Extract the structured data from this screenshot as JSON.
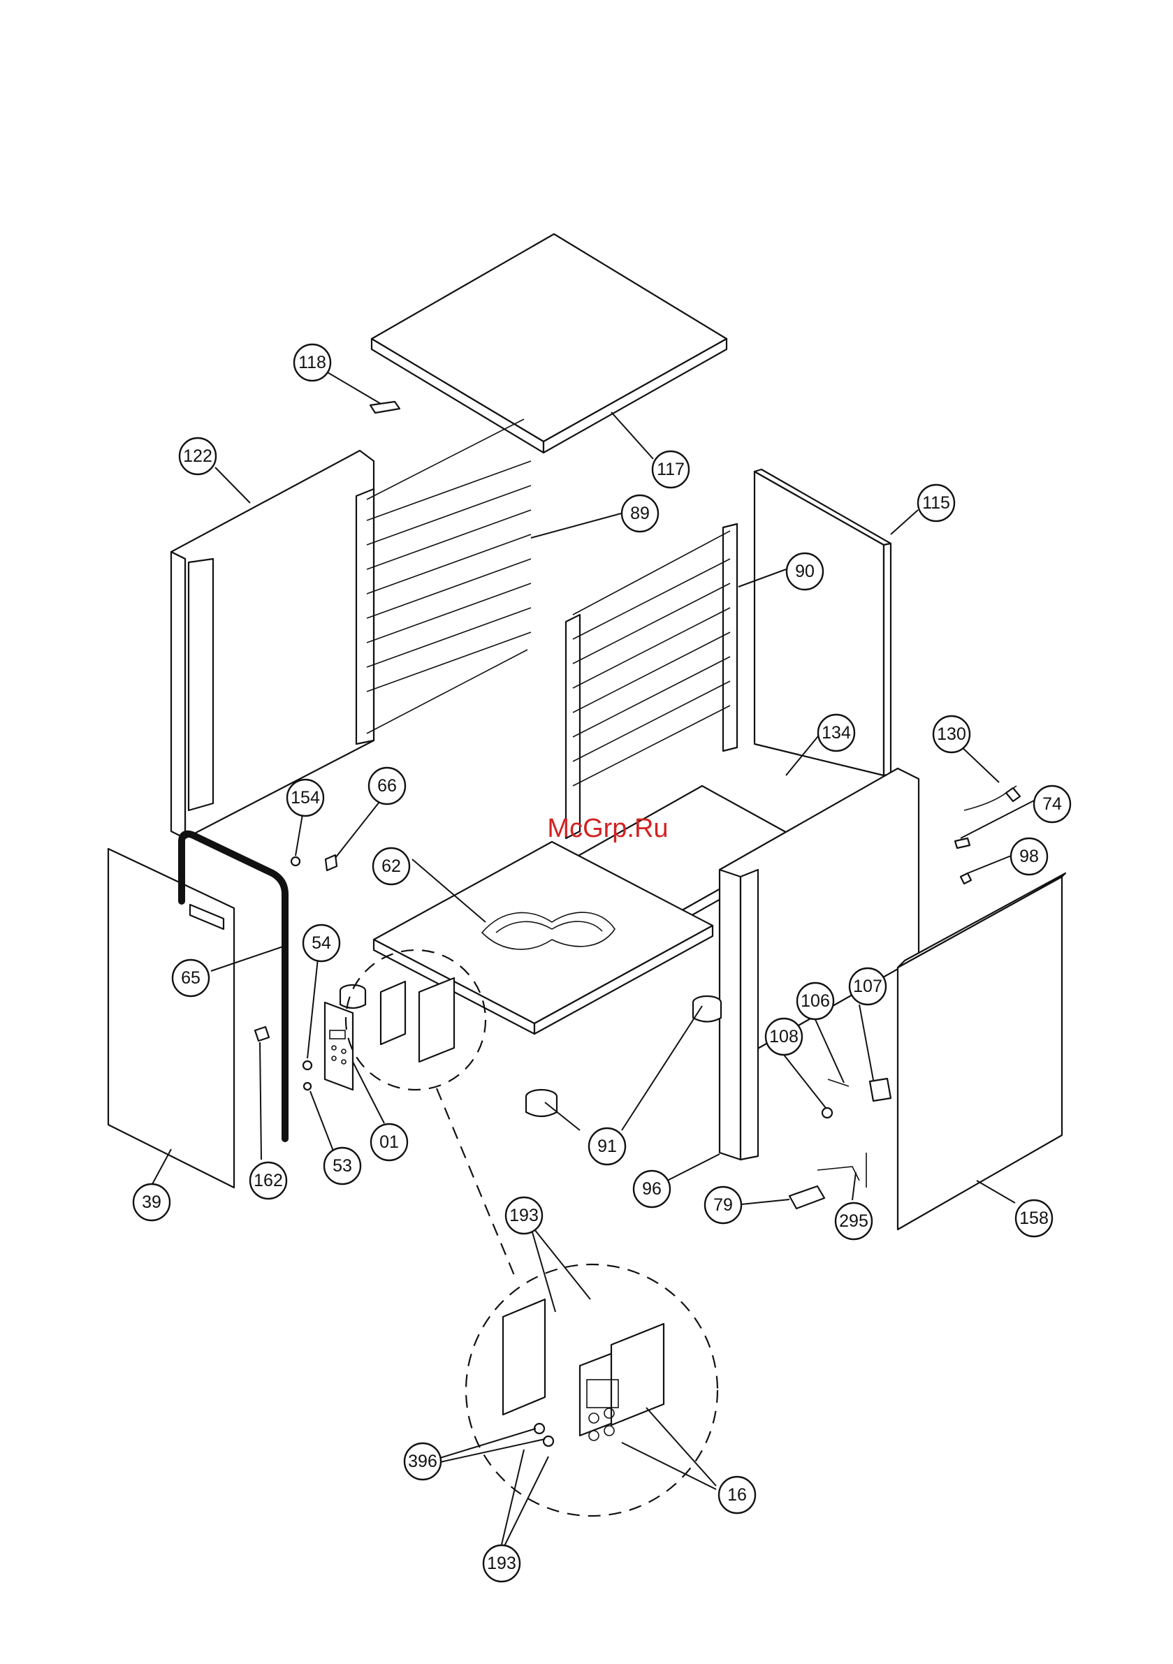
{
  "watermark": "McGrp.Ru",
  "colors": {
    "line": "#111111",
    "background": "#ffffff",
    "watermark": "#d22222"
  },
  "callouts": [
    {
      "id": "118",
      "label": "118"
    },
    {
      "id": "117",
      "label": "117"
    },
    {
      "id": "122",
      "label": "122"
    },
    {
      "id": "89",
      "label": "89"
    },
    {
      "id": "115",
      "label": "115"
    },
    {
      "id": "90",
      "label": "90"
    },
    {
      "id": "134",
      "label": "134"
    },
    {
      "id": "130",
      "label": "130"
    },
    {
      "id": "74",
      "label": "74"
    },
    {
      "id": "98",
      "label": "98"
    },
    {
      "id": "154",
      "label": "154"
    },
    {
      "id": "66",
      "label": "66"
    },
    {
      "id": "62",
      "label": "62"
    },
    {
      "id": "54",
      "label": "54"
    },
    {
      "id": "65",
      "label": "65"
    },
    {
      "id": "01",
      "label": "01"
    },
    {
      "id": "53",
      "label": "53"
    },
    {
      "id": "39",
      "label": "39"
    },
    {
      "id": "162",
      "label": "162"
    },
    {
      "id": "106",
      "label": "106"
    },
    {
      "id": "107",
      "label": "107"
    },
    {
      "id": "108",
      "label": "108"
    },
    {
      "id": "91",
      "label": "91"
    },
    {
      "id": "96",
      "label": "96"
    },
    {
      "id": "79",
      "label": "79"
    },
    {
      "id": "295",
      "label": "295"
    },
    {
      "id": "158",
      "label": "158"
    },
    {
      "id": "193a",
      "label": "193"
    },
    {
      "id": "396",
      "label": "396"
    },
    {
      "id": "16",
      "label": "16"
    },
    {
      "id": "193b",
      "label": "193"
    }
  ]
}
